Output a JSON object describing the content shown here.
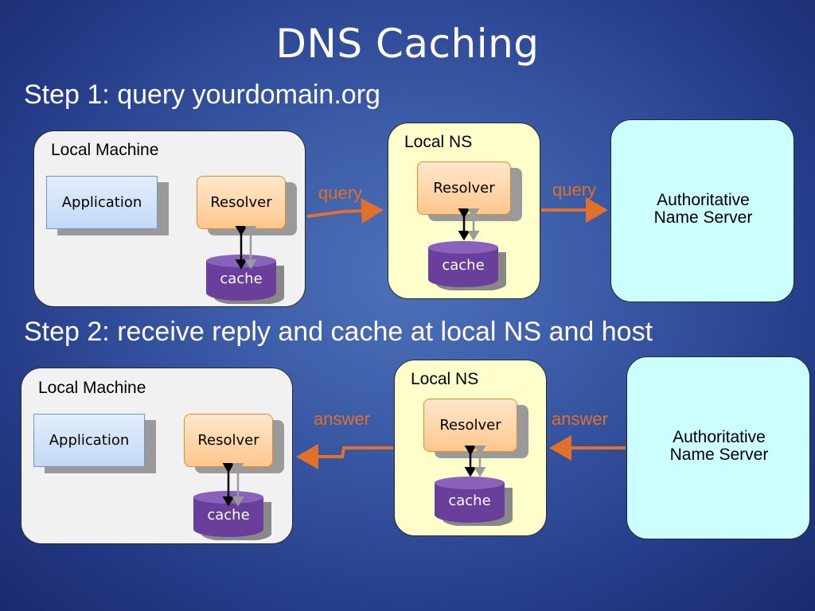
{
  "title": "DNS Caching",
  "steps": {
    "step1": "Step 1: query yourdomain.org",
    "step2": "Step 2: receive reply and cache at  local NS and host"
  },
  "labels": {
    "local_machine": "Local Machine",
    "local_ns": "Local NS",
    "application": "Application",
    "resolver": "Resolver",
    "cache": "cache",
    "auth_line1": "Authoritative",
    "auth_line2": "Name Server",
    "query": "query",
    "answer": "answer"
  },
  "colors": {
    "background": "#3a5aa6",
    "machine_panel": "#f1f1f1",
    "ns_panel": "#ffffcc",
    "auth_panel": "#ccffff",
    "resolver": "#ffc78c",
    "application": "#c3d8f6",
    "cache": "#6a3f9c",
    "arrow": "#e0702a"
  }
}
